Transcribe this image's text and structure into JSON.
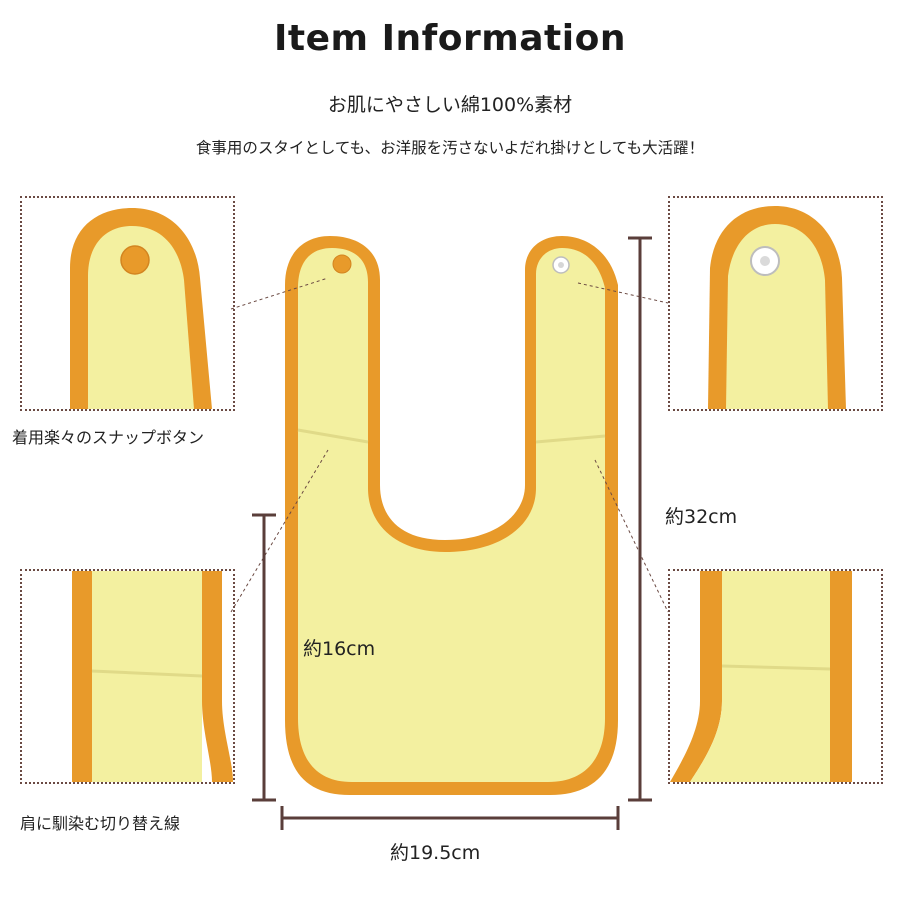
{
  "header": {
    "title": "Item Information",
    "subtitle": "お肌にやさしい綿100%素材",
    "tagline": "食事用のスタイとしても、お洋服を汚さないよだれ掛けとしても大活躍！"
  },
  "callouts": {
    "snap_button_label": "着用楽々のスナップボタン",
    "shoulder_seam_label": "肩に馴染む切り替え線"
  },
  "dimensions": {
    "total_length": "約32cm",
    "body_length": "約16cm",
    "width": "約19.5cm"
  },
  "colors": {
    "fabric": "#f3f0a0",
    "fabric_shade": "#e9e48e",
    "trim": "#e89a2a",
    "trim_dark": "#c97d18",
    "measure_line": "#5a3e3a",
    "box_border": "#6b4a43"
  }
}
